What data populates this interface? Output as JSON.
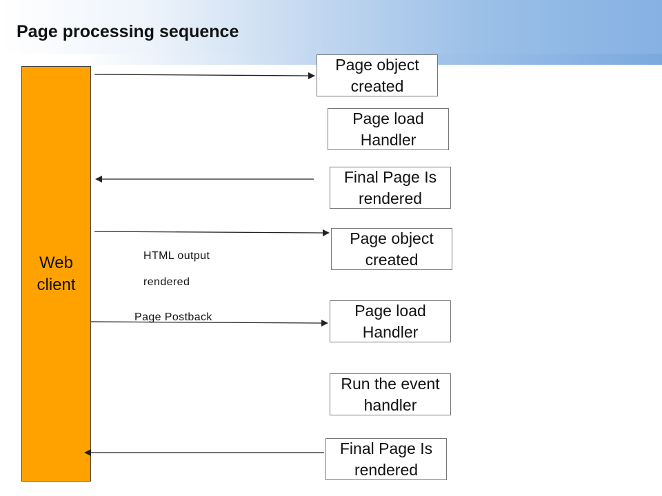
{
  "title": "Page processing sequence",
  "client_label": "Web client",
  "steps": [
    {
      "label": "Page object created"
    },
    {
      "label": "Page load Handler"
    },
    {
      "label": "Final Page Is rendered"
    },
    {
      "label": "Page object created"
    },
    {
      "label": "Page load Handler"
    },
    {
      "label": "Run the event handler"
    },
    {
      "label": "Final Page Is rendered"
    }
  ],
  "messages": {
    "html_output_line1": "HTML output",
    "html_output_line2": "rendered",
    "postback": "Page Postback"
  }
}
